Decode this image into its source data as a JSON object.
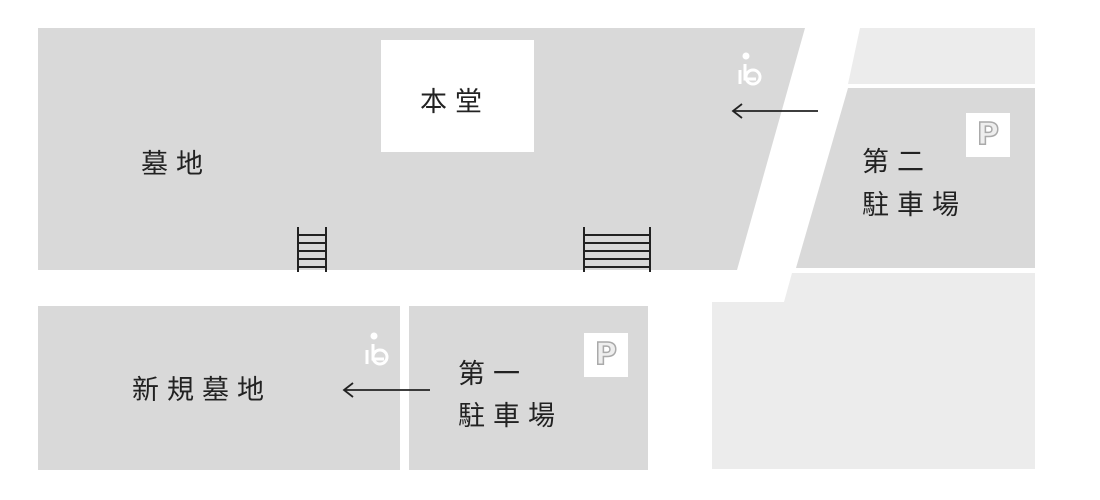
{
  "map": {
    "colors": {
      "area": "#d9d9d9",
      "area_light": "#ececec",
      "building": "#ffffff",
      "text": "#222222",
      "stairs": "#222222",
      "wheelchair_icon": "#ffffff",
      "parking_letter": "#eeeeee"
    },
    "areas": {
      "cemetery": {
        "label": "墓地"
      },
      "main_hall": {
        "label": "本堂"
      },
      "new_cemetery": {
        "label": "新規墓地"
      },
      "parking_1": {
        "line1": "第一",
        "line2": "駐車場",
        "badge": "P"
      },
      "parking_2": {
        "line1": "第二",
        "line2": "駐車場",
        "badge": "P"
      }
    },
    "icons": [
      "wheelchair-icon",
      "arrow-left-icon",
      "stairs-icon",
      "parking-icon"
    ]
  }
}
